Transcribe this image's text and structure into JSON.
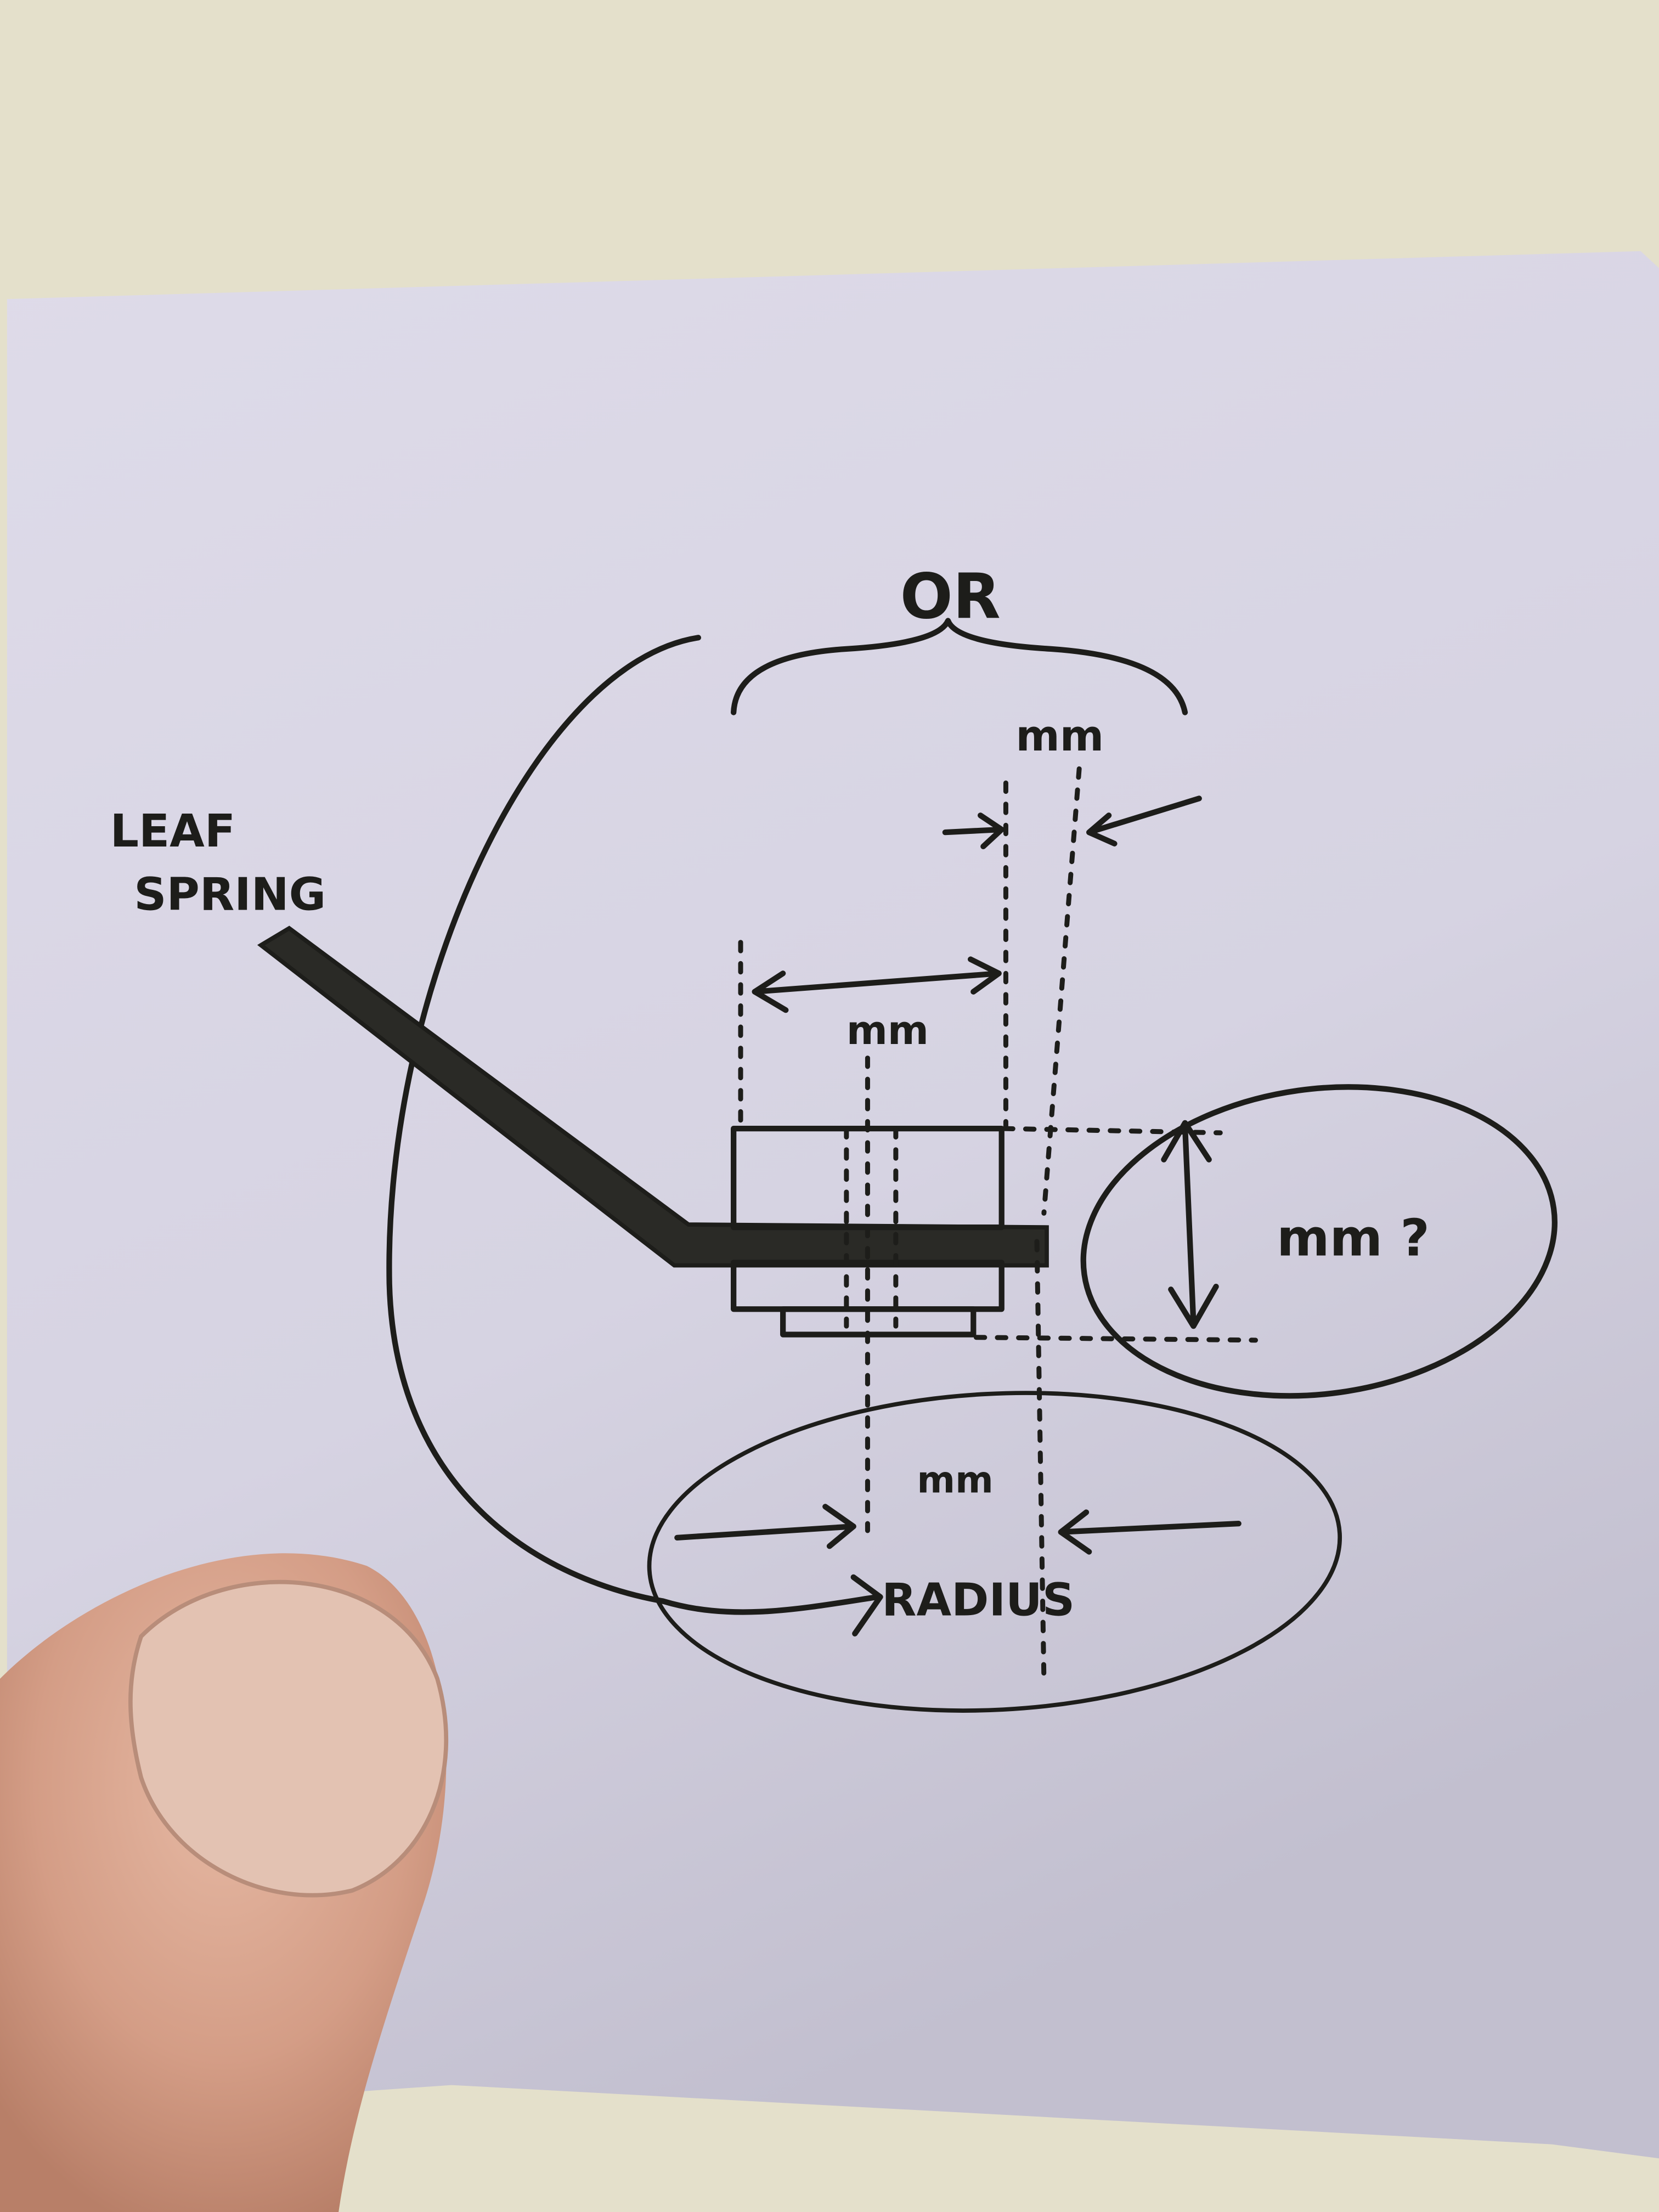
{
  "note": {
    "labels": {
      "leaf_spring_line1": "LEAF",
      "leaf_spring_line2": "SPRING",
      "or": "OR",
      "mm_top": "mm",
      "mm_middle": "mm",
      "mm_height": "mm ?",
      "mm_bottom": "mm",
      "radius": "RADIUS"
    }
  },
  "colors": {
    "paper": "#d9d6e5",
    "ink": "#1d1d1a",
    "countertop": "#e4e0cb",
    "skin": "#d9a48c"
  }
}
